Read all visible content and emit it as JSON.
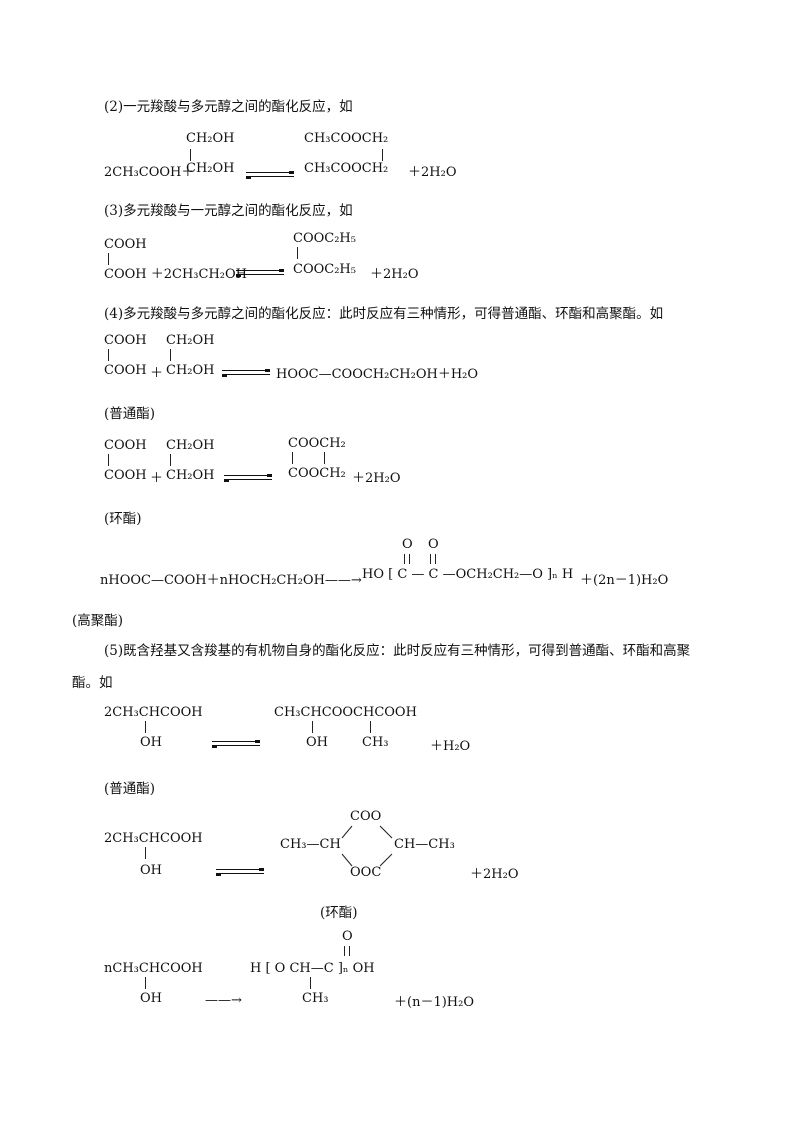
{
  "sec2": {
    "heading": "(2)一元羧酸与多元醇之间的酯化反应，如",
    "top_mid": "CH₂OH",
    "top_right": "CH₃COOCH₂",
    "lhs": "2CH₃COOH＋",
    "mid": "CH₂OH",
    "right": "CH₃COOCH₂",
    "water": "＋2H₂O"
  },
  "sec3": {
    "heading": "(3)多元羧酸与一元醇之间的酯化反应，如",
    "top_left": "COOH",
    "top_right": "COOC₂H₅",
    "lhs": "COOH ＋2CH₃CH₂OH",
    "right": "COOC₂H₅",
    "water": "＋2H₂O"
  },
  "sec4": {
    "heading": "(4)多元羧酸与多元醇之间的酯化反应：此时反应有三种情形，可得普通酯、环酯和高聚酯。如",
    "r1_top_left": "COOH",
    "r1_top_mid": "CH₂OH",
    "r1_left": "COOH",
    "r1_plus": "＋",
    "r1_mid": "CH₂OH",
    "r1_product": "HOOC—COOCH₂CH₂OH＋H₂O",
    "label1": "(普通酯)",
    "r2_top_left": "COOH",
    "r2_top_mid": "CH₂OH",
    "r2_top_right": "COOCH₂",
    "r2_left": "COOH",
    "r2_plus": "＋",
    "r2_mid": "CH₂OH",
    "r2_right": "COOCH₂",
    "r2_water": "＋2H₂O",
    "label2": "(环酯)",
    "r3_o1": "O",
    "r3_o2": "O",
    "r3_lhs": "nHOOC—COOH＋nHOCH₂CH₂OH——→",
    "r3_product": "HO [ C — C —OCH₂CH₂—O ]ₙ H",
    "r3_water": "＋(2n－1)H₂O",
    "label3": "(高聚酯)"
  },
  "sec5": {
    "heading_line1": "(5)既含羟基又含羧基的有机物自身的酯化反应：此时反应有三种情形，可得到普通酯、环酯和高聚",
    "heading_line2": "酯。如",
    "r1_left": "2CH₃CHCOOH",
    "r1_left_oh": "OH",
    "r1_right": "CH₃CHCOOCHCOOH",
    "r1_right_oh": "OH",
    "r1_right_ch3": "CH₃",
    "r1_water": "＋H₂O",
    "label1": "(普通酯)",
    "r2_left": "2CH₃CHCOOH",
    "r2_left_oh": "OH",
    "r2_coo": "COO",
    "r2_left_side": "CH₃—CH",
    "r2_right_side": "CH—CH₃",
    "r2_ooc": "OOC",
    "r2_water": "＋2H₂O",
    "label2": "(环酯)",
    "r3_o": "O",
    "r3_left": "nCH₃CHCOOH",
    "r3_left_oh": "OH",
    "r3_arrow": "——→",
    "r3_product": "H [ O  CH—C ]ₙ OH",
    "r3_ch3": "CH₃",
    "r3_water": "＋(n－1)H₂O"
  }
}
